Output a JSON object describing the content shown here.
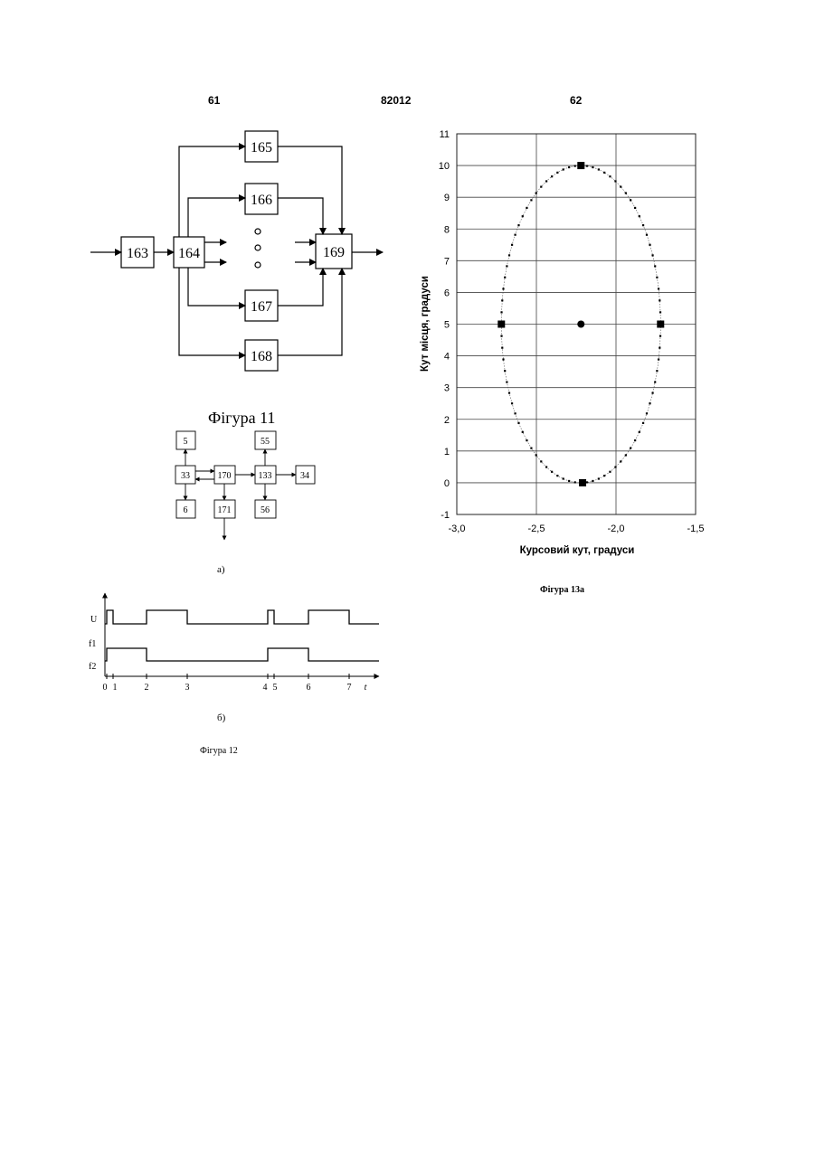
{
  "header": {
    "left_page": "61",
    "patent_number": "82012",
    "right_page": "62"
  },
  "figure11": {
    "caption": "Фігура 11",
    "blocks": [
      "163",
      "164",
      "165",
      "166",
      "167",
      "168",
      "169"
    ]
  },
  "figure12": {
    "caption": "Фігура 12",
    "part_a": {
      "label": "а)",
      "blocks": [
        "5",
        "33",
        "6",
        "170",
        "171",
        "55",
        "133",
        "56",
        "34"
      ]
    },
    "part_b": {
      "label": "б)",
      "signal_labels": [
        "U",
        "f1",
        "f2"
      ],
      "time_ticks": [
        "0",
        "1",
        "2",
        "3",
        "4",
        "5",
        "6",
        "7"
      ],
      "time_axis_label": "t"
    }
  },
  "figure13a": {
    "caption": "Фігура 13а",
    "chart_data": {
      "type": "scatter",
      "title": "",
      "xlabel": "Курсовий кут, градуси",
      "ylabel": "Кут місця, градуси",
      "xlim": [
        -3.0,
        -1.5
      ],
      "ylim": [
        -1,
        11
      ],
      "x_tick_labels": [
        "-3,0",
        "-2,5",
        "-2,0",
        "-1,5"
      ],
      "x_ticks": [
        -3.0,
        -2.5,
        -2.0,
        -1.5
      ],
      "y_ticks": [
        -1,
        0,
        1,
        2,
        3,
        4,
        5,
        6,
        7,
        8,
        9,
        10,
        11
      ],
      "grid": true,
      "ellipse": {
        "center_x": -2.22,
        "center_y": 5,
        "semi_axis_x": 0.5,
        "semi_axis_y": 5,
        "dotted_points": 84
      },
      "markers": [
        {
          "x": -2.22,
          "y": 10,
          "marker": "square"
        },
        {
          "x": -2.72,
          "y": 5,
          "marker": "square"
        },
        {
          "x": -1.72,
          "y": 5,
          "marker": "square"
        },
        {
          "x": -2.21,
          "y": 0,
          "marker": "square"
        },
        {
          "x": -2.22,
          "y": 5,
          "marker": "circle"
        }
      ]
    }
  }
}
